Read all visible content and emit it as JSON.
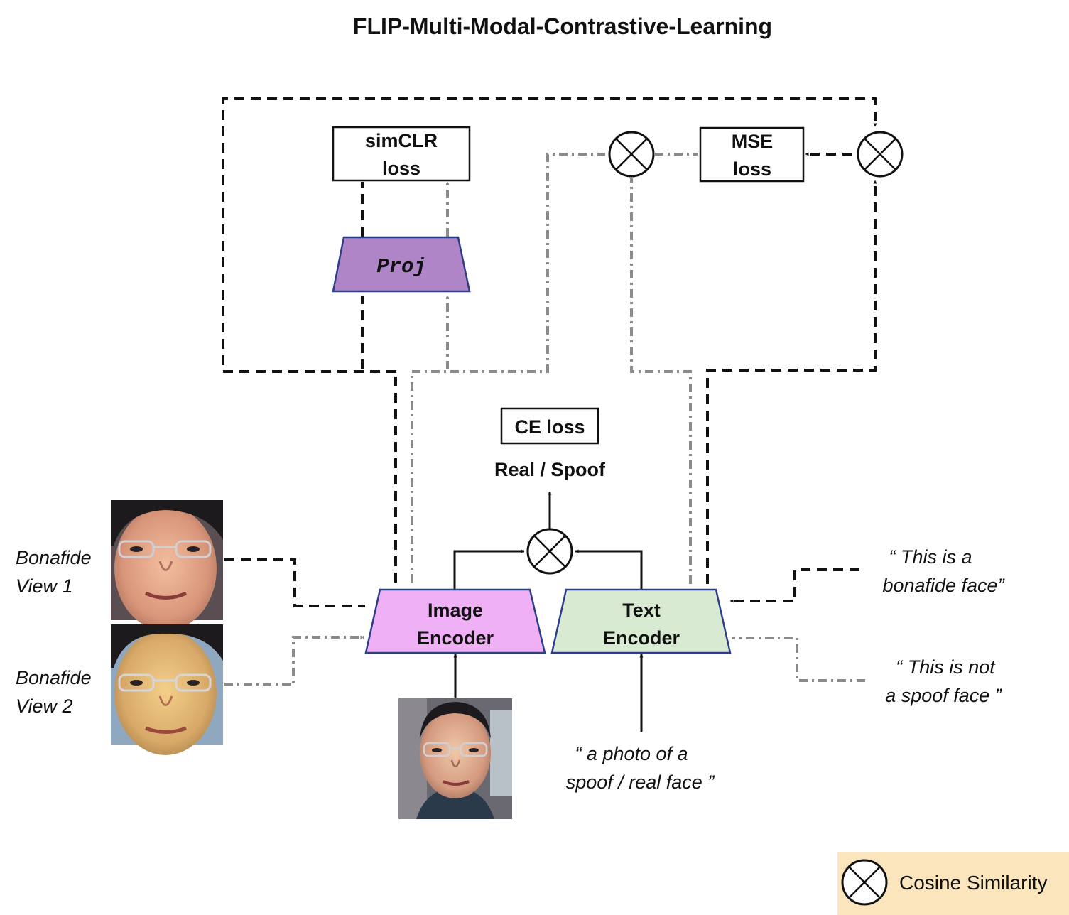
{
  "title": "FLIP-Multi-Modal-Contrastive-Learning",
  "boxes": {
    "simclr": [
      "simCLR",
      "loss"
    ],
    "mse": [
      "MSE",
      "loss"
    ],
    "proj": "Proj",
    "ce": "CE loss",
    "image_encoder": [
      "Image",
      "Encoder"
    ],
    "text_encoder": [
      "Text",
      "Encoder"
    ]
  },
  "labels": {
    "real_spoof": "Real / Spoof",
    "view1": [
      "Bonafide",
      "View 1"
    ],
    "view2": [
      "Bonafide",
      "View 2"
    ],
    "prompt_bonafide": [
      "“ This is a",
      "bonafide face”"
    ],
    "prompt_not_spoof": [
      "“ This is not",
      "a spoof face ”"
    ],
    "prompt_photo": [
      "“ a photo of a",
      "spoof / real face ”"
    ]
  },
  "legend": {
    "label": "Cosine Similarity",
    "background": "#fbe5bd"
  },
  "colors": {
    "proj_fill": "#b085c7",
    "image_encoder_fill": "#f0b0f5",
    "text_encoder_fill": "#d9ead3",
    "dashed_black": "#111111",
    "dashdot_gray": "#8a8a8a"
  },
  "icons": {
    "cosine_similarity": "circled-x-icon",
    "face_photo": "face-photo-icon"
  }
}
